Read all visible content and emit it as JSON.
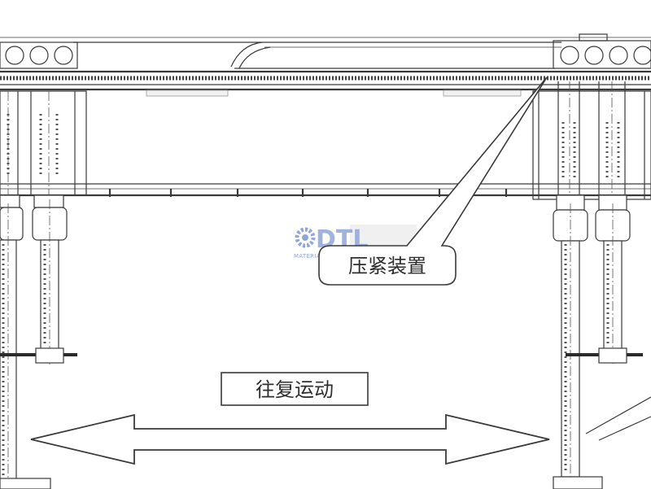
{
  "diagram": {
    "labels": {
      "clamping_device": "压紧装置",
      "reciprocating_motion": "往复运动"
    },
    "watermark": {
      "logo_text": "DTL",
      "tagline": "MATERIALS TECH",
      "icon": "gear-icon"
    },
    "colors": {
      "line": "#3a3a3a",
      "background": "#ffffff",
      "watermark": "#8fa6d6"
    }
  }
}
